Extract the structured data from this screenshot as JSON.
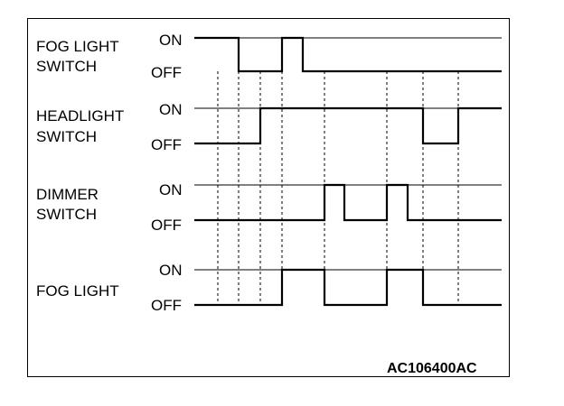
{
  "diagram": {
    "signals": [
      {
        "id": "fog-light-switch",
        "label_lines": [
          "FOG LIGHT",
          "SWITCH"
        ],
        "on_label": "ON",
        "off_label": "OFF",
        "segments": [
          [
            0,
            1
          ],
          [
            1,
            0
          ],
          [
            3,
            1
          ],
          [
            4,
            0
          ]
        ]
      },
      {
        "id": "headlight-switch",
        "label_lines": [
          "HEADLIGHT",
          "SWITCH"
        ],
        "on_label": "ON",
        "off_label": "OFF",
        "segments": [
          [
            0,
            0
          ],
          [
            2,
            1
          ],
          [
            8,
            0
          ],
          [
            9,
            1
          ]
        ]
      },
      {
        "id": "dimmer-switch",
        "label_lines": [
          "DIMMER",
          "SWITCH"
        ],
        "on_label": "ON",
        "off_label": "OFF",
        "segments": [
          [
            0,
            0
          ],
          [
            5,
            1
          ],
          [
            6,
            0
          ],
          [
            7,
            1
          ],
          [
            7.5,
            0
          ]
        ]
      },
      {
        "id": "fog-light",
        "label_lines": [
          "FOG LIGHT"
        ],
        "on_label": "ON",
        "off_label": "OFF",
        "segments": [
          [
            0,
            0
          ],
          [
            3,
            1
          ],
          [
            5,
            0
          ],
          [
            7,
            1
          ],
          [
            8,
            0
          ]
        ]
      }
    ],
    "transition_markers": [
      0,
      1,
      2,
      3,
      5,
      7,
      8,
      9
    ],
    "code": "AC106400AC"
  }
}
